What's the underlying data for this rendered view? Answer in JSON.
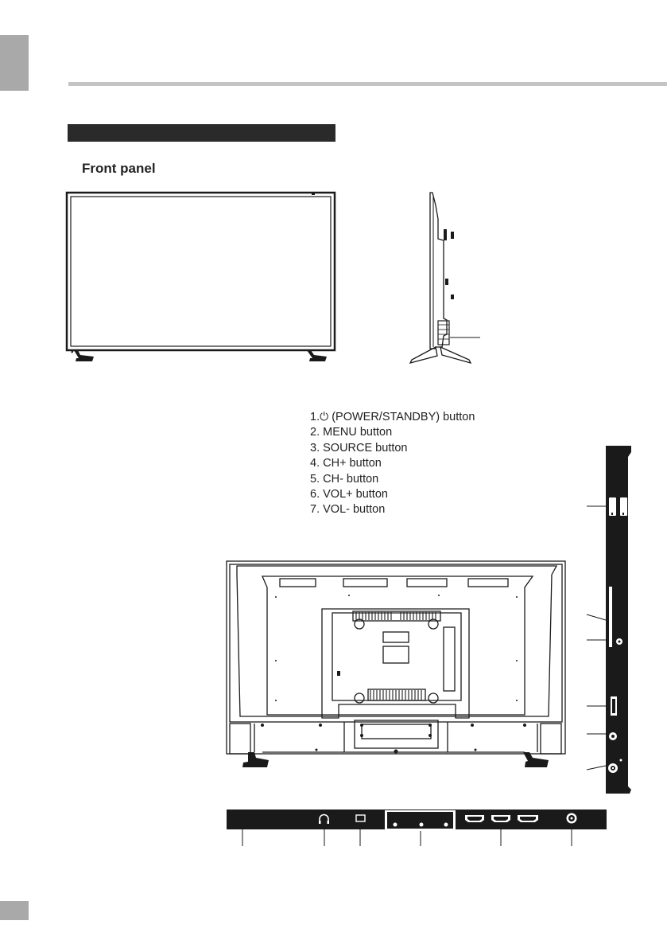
{
  "header": {
    "section_title": "",
    "subheading": "Front panel"
  },
  "button_list": {
    "power_symbol": "⏻",
    "items": [
      "1.",
      "(POWER/STANDBY) button",
      "2. MENU button",
      "3. SOURCE button",
      "4. CH+ button",
      "5. CH- button",
      "6. VOL+ button",
      "7. VOL- button"
    ]
  },
  "colors": {
    "tab_gray": "#a9a9a9",
    "rule_gray": "#c4c4c4",
    "dark_bar": "#2a2a2a",
    "line": "#1a1a1a"
  }
}
